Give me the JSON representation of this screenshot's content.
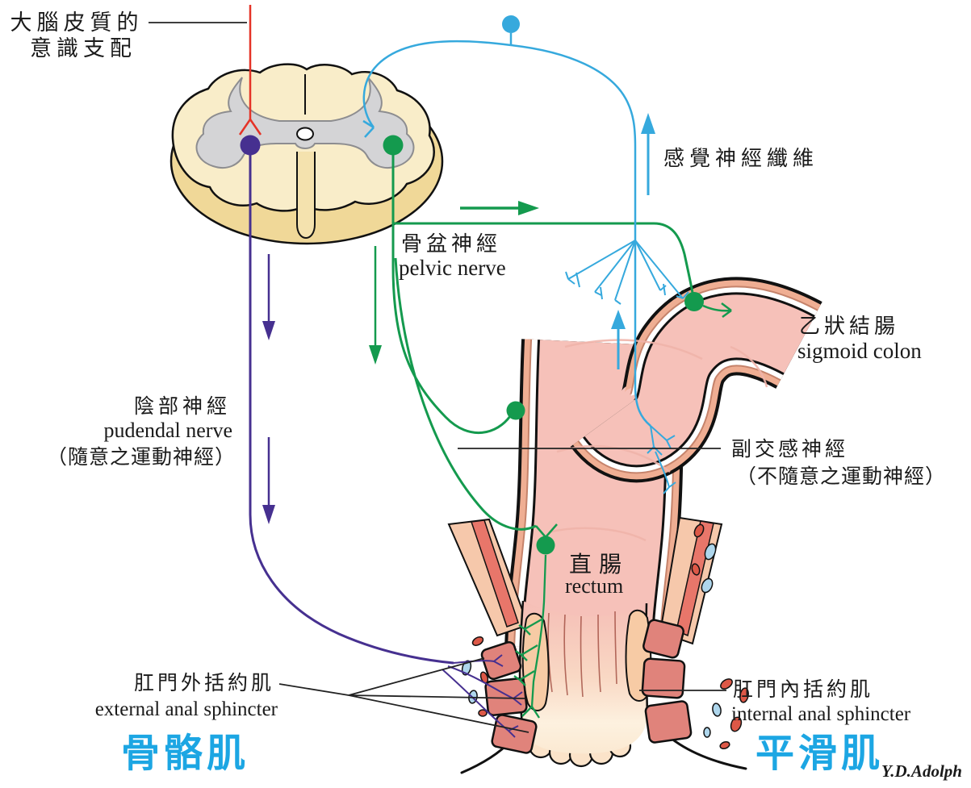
{
  "labels": {
    "cortex": {
      "line1": "大腦皮質的",
      "line2": "意識支配"
    },
    "sensory_fiber": "感覺神經纖維",
    "pelvic_nerve": {
      "zh": "骨盆神經",
      "en": "pelvic nerve"
    },
    "pudendal_nerve": {
      "zh": "陰部神經",
      "en": "pudendal nerve",
      "note": "（隨意之運動神經）"
    },
    "sigmoid_colon": {
      "zh": "乙狀結腸",
      "en": "sigmoid colon"
    },
    "parasympathetic_nerve": {
      "zh": "副交感神經",
      "note": "（不隨意之運動神經）"
    },
    "rectum": {
      "zh": "直腸",
      "en": "rectum"
    },
    "external_anal_sphincter": {
      "zh": "肛門外括約肌",
      "en": "external anal sphincter"
    },
    "internal_anal_sphincter": {
      "zh": "肛門內括約肌",
      "en": "internal anal sphincter"
    },
    "skeletal_muscle": "骨骼肌",
    "smooth_muscle": "平滑肌",
    "signature": "Y.D.Adolph"
  },
  "colors": {
    "red": "#e53327",
    "purple": "#463090",
    "green": "#149a4e",
    "cyan": "#36a9dd",
    "cyan_label": "#1ca6e3",
    "ink": "#111111",
    "cord_top": "#f9edc9",
    "cord_side": "#f0d898",
    "gray_matter": "#d4d4d6",
    "wall_salmon": "#efae93",
    "wall_line": "#c5836b",
    "lumen_pink": "#f6c1b9",
    "sphincter_red": "#e0837b",
    "internal_sphincter": "#f7cba5",
    "muscle_band": "#f6c8ab",
    "muscle_stripe": "#e8766a",
    "vessel_red": "#dd5847",
    "vessel_blue": "#aed6ec"
  }
}
